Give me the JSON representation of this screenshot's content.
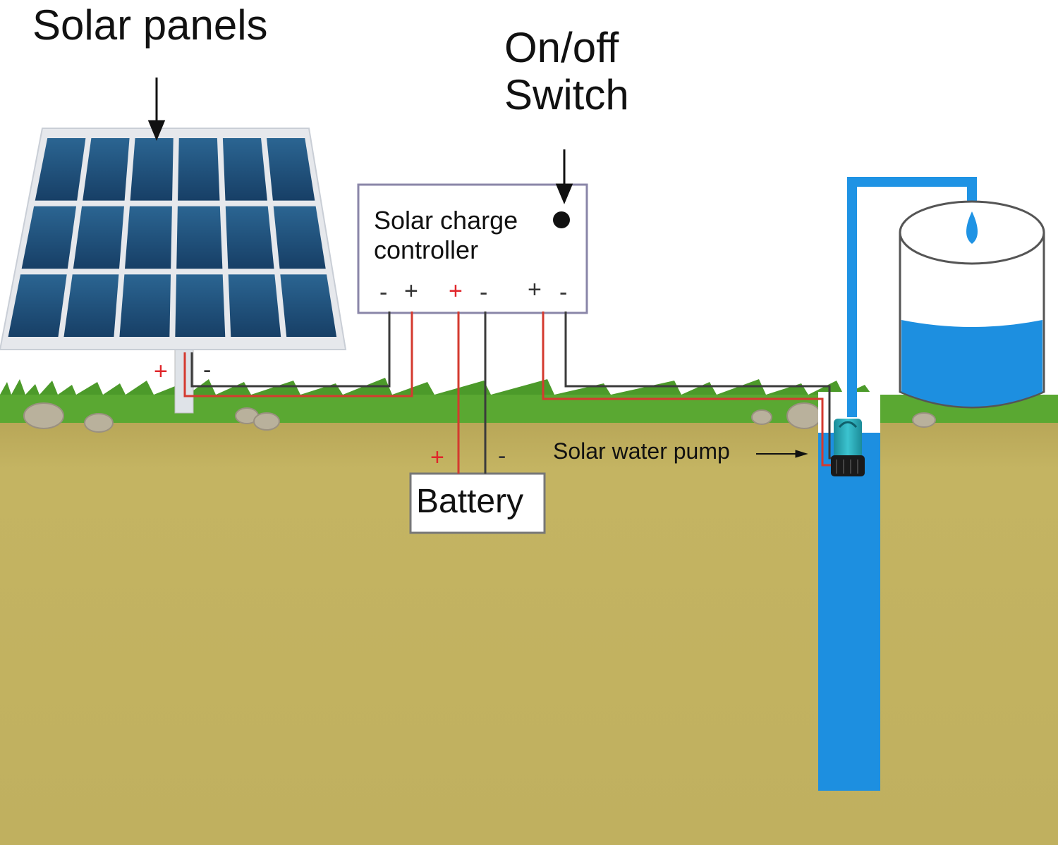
{
  "labels": {
    "solar_panels": "Solar panels",
    "switch_line1": "On/off",
    "switch_line2": "Switch",
    "controller_line1": "Solar charge",
    "controller_line2": "controller",
    "battery": "Battery",
    "pump": "Solar water pump"
  },
  "terminals": {
    "panel_pos": "+",
    "panel_neg": "-",
    "ctrl_panel_neg": "-",
    "ctrl_panel_pos": "+",
    "ctrl_batt_pos": "+",
    "ctrl_batt_neg": "-",
    "ctrl_load_pos": "+",
    "ctrl_load_neg": "-",
    "battery_pos": "+",
    "battery_neg": "-"
  },
  "colors": {
    "sky": "#ffffff",
    "soil": "#c2b25f",
    "grass": "#5aa832",
    "panel_cell": "#1e4f7a",
    "panel_frame": "#e6e8ec",
    "water": "#1d8fe0",
    "positive_wire": "#d43a2f",
    "negative_wire": "#3b3b3b",
    "pump_body": "#2aa7b5"
  }
}
